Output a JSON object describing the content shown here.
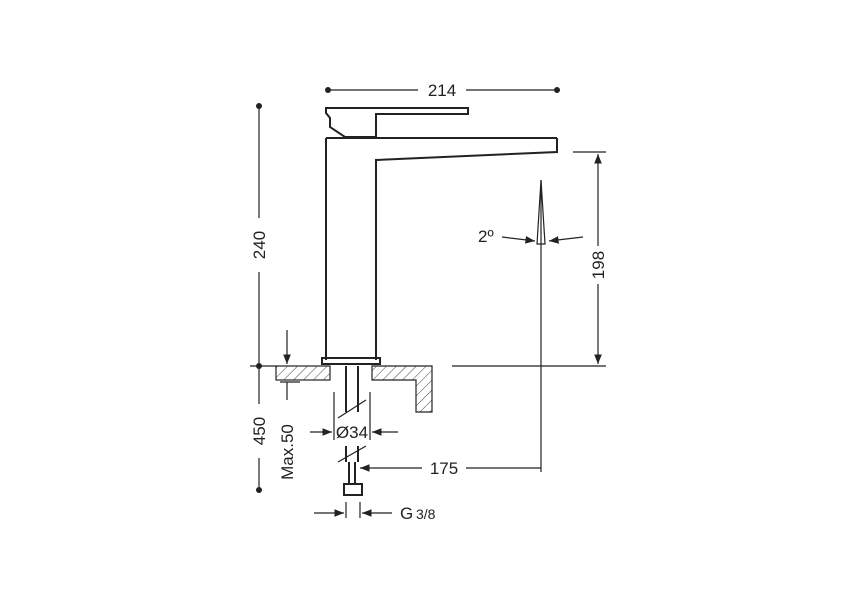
{
  "dimensions": {
    "total_width": "214",
    "total_height": "450",
    "spout_height": "240",
    "outlet_height": "198",
    "spray_angle": "2º",
    "hole_diameter": "Ø34",
    "max_counter_thickness": "Max.50",
    "spout_reach": "175",
    "connection": "G",
    "connection_fraction": "3/8"
  },
  "colors": {
    "line": "#222222",
    "background": "#ffffff"
  }
}
